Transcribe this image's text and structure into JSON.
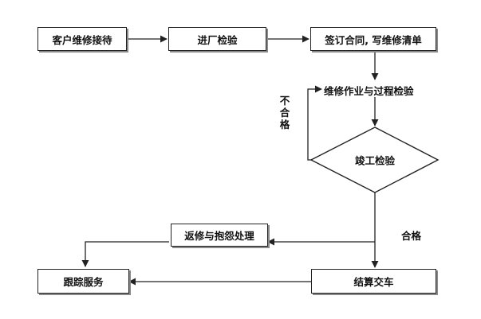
{
  "nodes": {
    "reception": "客户维修接待",
    "inspection": "进厂检验",
    "contract": "签订合同, 写维修清单",
    "repair": "维修作业与过程检验",
    "final_inspection": "竣工检验",
    "complaint": "返修与抱怨处理",
    "follow_up": "跟踪服务",
    "settlement": "结算交车"
  },
  "labels": {
    "fail": "不合格",
    "pass": "合格"
  },
  "colors": {
    "line": "#222222",
    "shadow": "#8a8a8a"
  }
}
